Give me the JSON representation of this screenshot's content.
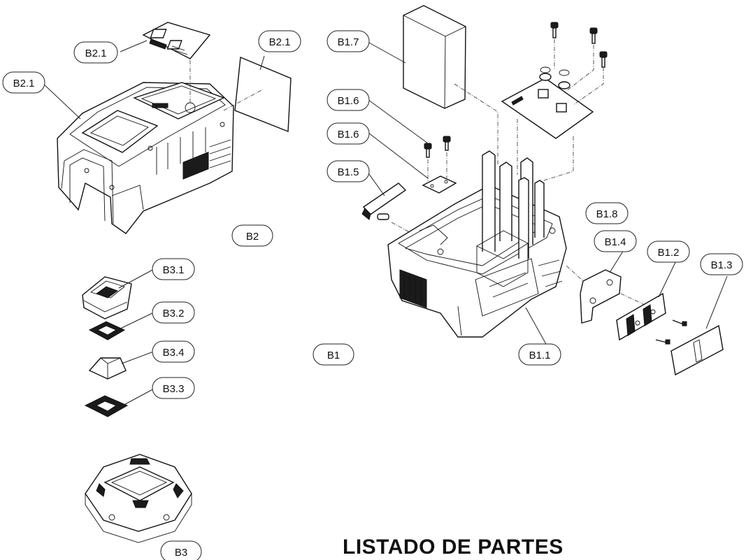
{
  "title": "LISTADO DE PARTES",
  "labels": {
    "b2_1_top": "B2.1",
    "b2_1_right": "B2.1",
    "b2_1_left": "B2.1",
    "b2": "B2",
    "b1_7": "B1.7",
    "b1_6_a": "B1.6",
    "b1_6_b": "B1.6",
    "b1_5": "B1.5",
    "b1_8": "B1.8",
    "b1_4": "B1.4",
    "b1_2": "B1.2",
    "b1_3": "B1.3",
    "b1": "B1",
    "b1_1": "B1.1",
    "b3_1": "B3.1",
    "b3_2": "B3.2",
    "b3_4": "B3.4",
    "b3_3": "B3.3",
    "b3": "B3"
  },
  "colors": {
    "line": "#222222",
    "fill_dark": "#1b1b1b",
    "background": "#ffffff"
  }
}
